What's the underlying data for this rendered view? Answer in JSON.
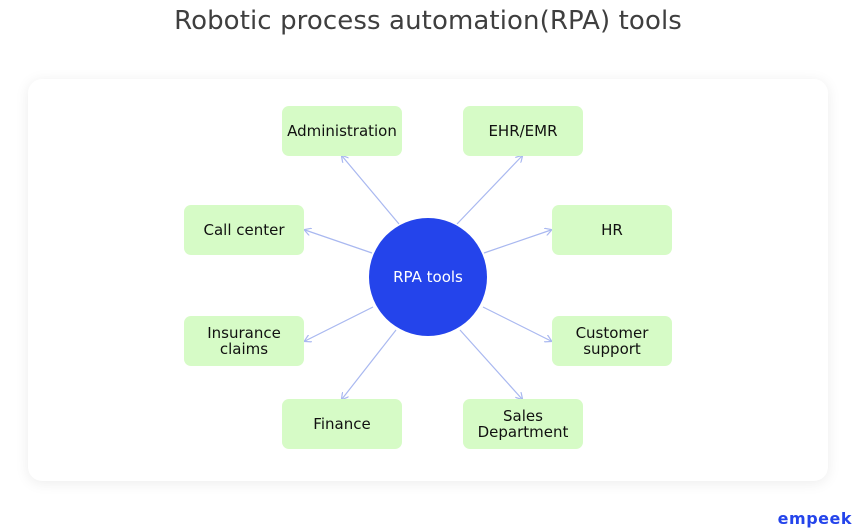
{
  "title": "Robotic process automation(RPA) tools",
  "hub": {
    "label": "RPA tools",
    "color": "#2444eb"
  },
  "nodes": [
    {
      "id": "administration",
      "label": "Administration"
    },
    {
      "id": "ehr-emr",
      "label": "EHR/EMR"
    },
    {
      "id": "call-center",
      "label": "Call center"
    },
    {
      "id": "hr",
      "label": "HR"
    },
    {
      "id": "insurance-claims",
      "label": "Insurance\nclaims"
    },
    {
      "id": "customer-support",
      "label": "Customer\nsupport"
    },
    {
      "id": "finance",
      "label": "Finance"
    },
    {
      "id": "sales-department",
      "label": "Sales\nDepartment"
    }
  ],
  "colors": {
    "node_fill": "#d6fbc6",
    "arrow": "#a9b8f0"
  },
  "brand": "empeek"
}
